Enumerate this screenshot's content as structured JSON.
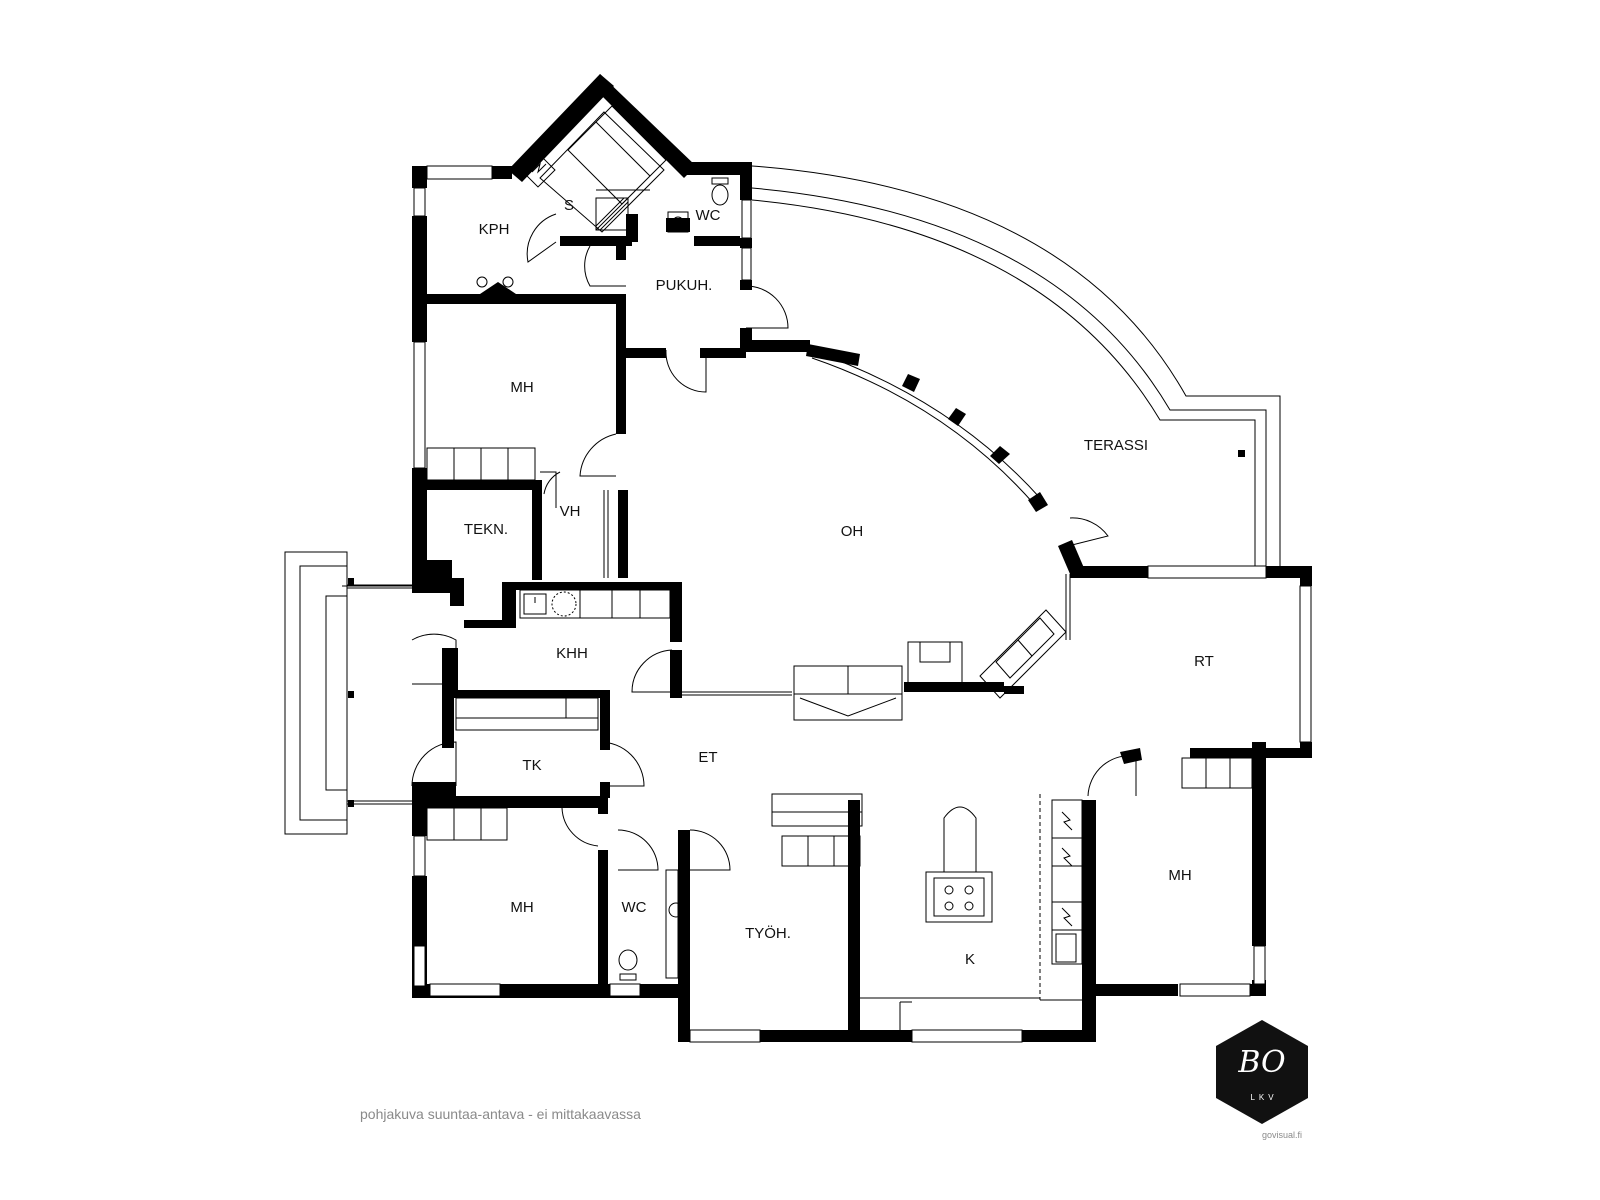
{
  "rooms": {
    "kph": "KPH",
    "sauna": "S",
    "wc_top": "WC",
    "pukuh": "PUKUH.",
    "mh_upper_left": "MH",
    "terassi": "TERASSI",
    "tekn": "TEKN.",
    "vh": "VH",
    "oh": "OH",
    "khh": "KHH",
    "rt": "RT",
    "tk": "TK",
    "et": "ET",
    "mh_lower_left": "MH",
    "wc_bottom": "WC",
    "tyoh": "TYÖH.",
    "k": "K",
    "mh_right": "MH"
  },
  "caption": "pohjakuva suuntaa-antava - ei mittakaavassa",
  "credit": "govisual.fi",
  "logo": {
    "mark": "BO",
    "sub": "LKV",
    "color": "#111111"
  },
  "colors": {
    "wall": "#000000",
    "line": "#000000",
    "background": "#ffffff",
    "caption": "#8a8a8a"
  }
}
